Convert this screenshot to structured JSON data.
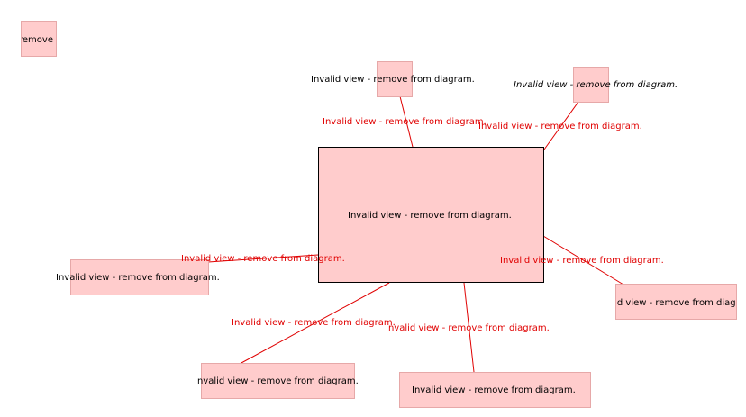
{
  "colors": {
    "node_fill": "#ffcccc",
    "node_border": "#e6a8a8",
    "main_border": "#000000",
    "edge": "#e00000",
    "edge_text": "#e00000",
    "node_text": "#000000"
  },
  "nodes": {
    "corner": {
      "label": "remove f"
    },
    "center": {
      "label": "Invalid view - remove from diagram."
    },
    "top": {
      "label": "Invalid view - remove from diagram."
    },
    "top_right": {
      "label": "Invalid view - remove from diagram."
    },
    "left": {
      "label": "Invalid view - remove from diagram."
    },
    "right": {
      "label": "Invalid view - remove from diagra"
    },
    "bottom_left": {
      "label": "Invalid view - remove from diagram."
    },
    "bottom_right": {
      "label": "Invalid view - remove from diagram."
    }
  },
  "edges": {
    "top": {
      "label": "Invalid view - remove from diagram."
    },
    "top_right": {
      "label": "Invalid view - remove from diagram."
    },
    "left": {
      "label": "Invalid view - remove from diagram."
    },
    "right": {
      "label": "Invalid view - remove from diagram."
    },
    "bottom_left": {
      "label": "Invalid view - remove from diagram."
    },
    "bottom_right": {
      "label": "Invalid view - remove from diagram."
    }
  }
}
